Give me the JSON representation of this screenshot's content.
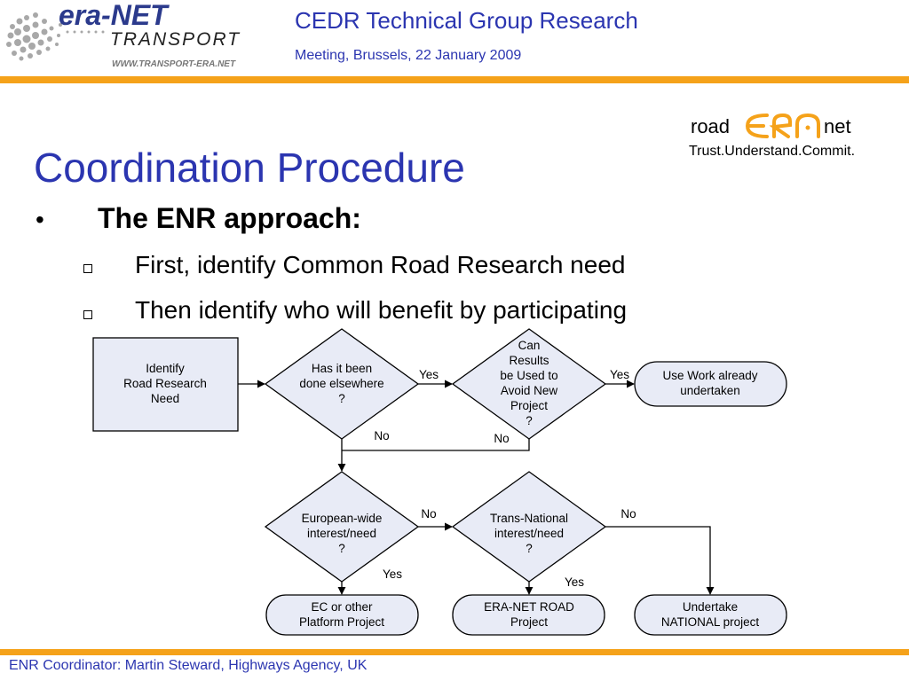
{
  "header": {
    "logo_word": "era-NET",
    "logo_subword": "TRANSPORT",
    "logo_url": "WWW.TRANSPORT-ERA.NET",
    "title": "CEDR Technical Group Research",
    "subtitle": "Meeting, Brussels, 22 January 2009"
  },
  "roadera": {
    "left": "road",
    "right": "net",
    "tagline": "Trust.Understand.Commit."
  },
  "slide": {
    "title": "Coordination Procedure",
    "bullet_marker": "•",
    "bullet": "The ENR approach:",
    "subbullets": [
      "First, identify Common Road Research need",
      "Then identify who will benefit by participating"
    ]
  },
  "flow": {
    "identify": [
      "Identify",
      "Road Research",
      "Need"
    ],
    "done_elsewhere": [
      "Has it been",
      "done elsewhere",
      "?"
    ],
    "can_results": [
      "Can",
      "Results",
      "be Used to",
      "Avoid New",
      "Project",
      "?"
    ],
    "use_work": [
      "Use Work already",
      "undertaken"
    ],
    "european": [
      "European-wide",
      "interest/need",
      "?"
    ],
    "trans_national": [
      "Trans-National",
      "interest/need",
      "?"
    ],
    "ec_other": [
      "EC or other",
      "Platform Project"
    ],
    "eranet_road": [
      "ERA-NET ROAD",
      "Project"
    ],
    "national": [
      "Undertake",
      "NATIONAL project"
    ],
    "yes": "Yes",
    "no": "No"
  },
  "footer": "ENR Coordinator: Martin Steward, Highways Agency, UK",
  "colors": {
    "accent_orange": "#f5a21a",
    "title_blue": "#2b35b0",
    "shape_fill": "#e8ebf6"
  }
}
